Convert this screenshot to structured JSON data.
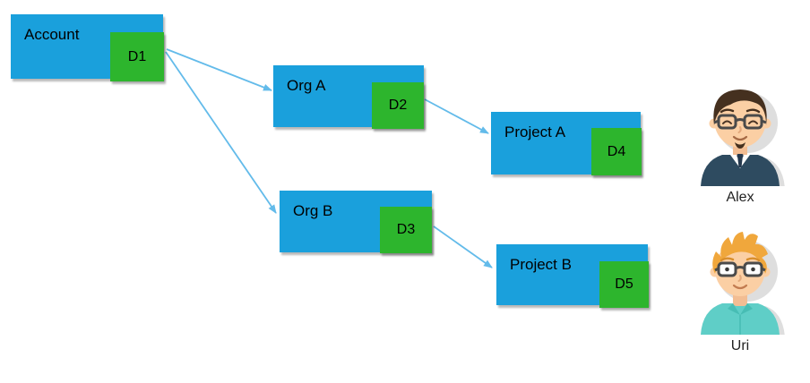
{
  "diagram": {
    "nodes": [
      {
        "id": "account",
        "label": "Account",
        "badge": "D1"
      },
      {
        "id": "org-a",
        "label": "Org A",
        "badge": "D2"
      },
      {
        "id": "project-a",
        "label": "Project A",
        "badge": "D4"
      },
      {
        "id": "org-b",
        "label": "Org B",
        "badge": "D3"
      },
      {
        "id": "project-b",
        "label": "Project B",
        "badge": "D5"
      }
    ],
    "edges": [
      {
        "from": "Account/D1",
        "to": "Org A"
      },
      {
        "from": "Account/D1",
        "to": "Org B"
      },
      {
        "from": "Org A/D2",
        "to": "Project A"
      },
      {
        "from": "Org B/D3",
        "to": "Project B"
      }
    ],
    "colors": {
      "node": "#1AA0DC",
      "badge": "#2DB52D",
      "arrow": "#63BBEA",
      "text": "#000000"
    }
  },
  "users": [
    {
      "name": "Alex"
    },
    {
      "name": "Uri"
    }
  ]
}
